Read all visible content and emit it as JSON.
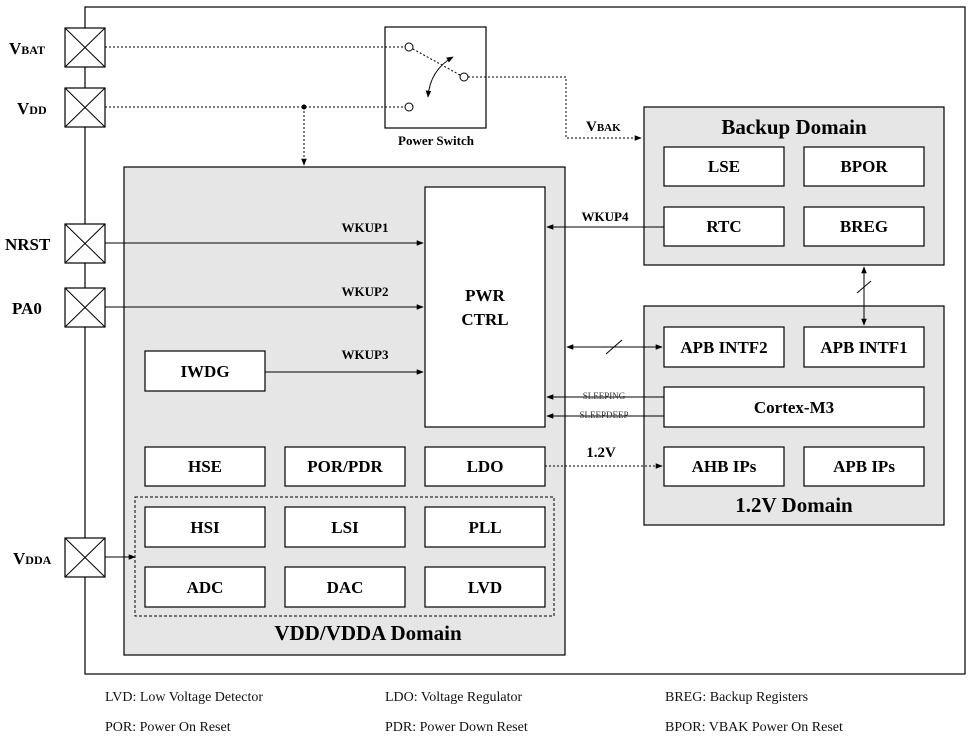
{
  "pins": {
    "vbat": {
      "main": "V",
      "sub": "BAT"
    },
    "vdd": {
      "main": "V",
      "sub": "DD"
    },
    "nrst": "NRST",
    "pa0": "PA0",
    "vdda": {
      "main": "V",
      "sub": "DDA"
    }
  },
  "power_switch": "Power Switch",
  "vbak": {
    "main": "V",
    "sub": "BAK"
  },
  "backup_domain": {
    "title": "Backup Domain",
    "blocks": [
      "LSE",
      "BPOR",
      "RTC",
      "BREG"
    ]
  },
  "core_domain": {
    "title_vdd": "VDD",
    "title_vdda": "VDDA",
    "title_rest": "Domain",
    "pwr_ctrl": [
      "PWR",
      "CTRL"
    ],
    "iwdg": "IWDG",
    "blocks_row1": [
      "HSE",
      "POR/PDR",
      "LDO"
    ],
    "blocks_row2": [
      "HSI",
      "LSI",
      "PLL"
    ],
    "blocks_row3": [
      "ADC",
      "DAC",
      "LVD"
    ]
  },
  "v12_domain": {
    "title": "1.2V Domain",
    "apb_intf2": "APB INTF2",
    "apb_intf1": "APB INTF1",
    "cortex": "Cortex-M3",
    "ahb_ips": "AHB IPs",
    "apb_ips": "APB IPs"
  },
  "signals": {
    "wkup1": "WKUP1",
    "wkup2": "WKUP2",
    "wkup3": "WKUP3",
    "wkup4": "WKUP4",
    "sleeping": "SLEEPING",
    "sleepdeep": "SLEEPDEEP",
    "v12": "1.2V"
  },
  "legend": [
    "LVD: Low Voltage Detector",
    "LDO: Voltage Regulator",
    "BREG: Backup Registers",
    "POR: Power On Reset",
    "PDR: Power Down Reset",
    "BPOR: VBAK Power On Reset"
  ]
}
